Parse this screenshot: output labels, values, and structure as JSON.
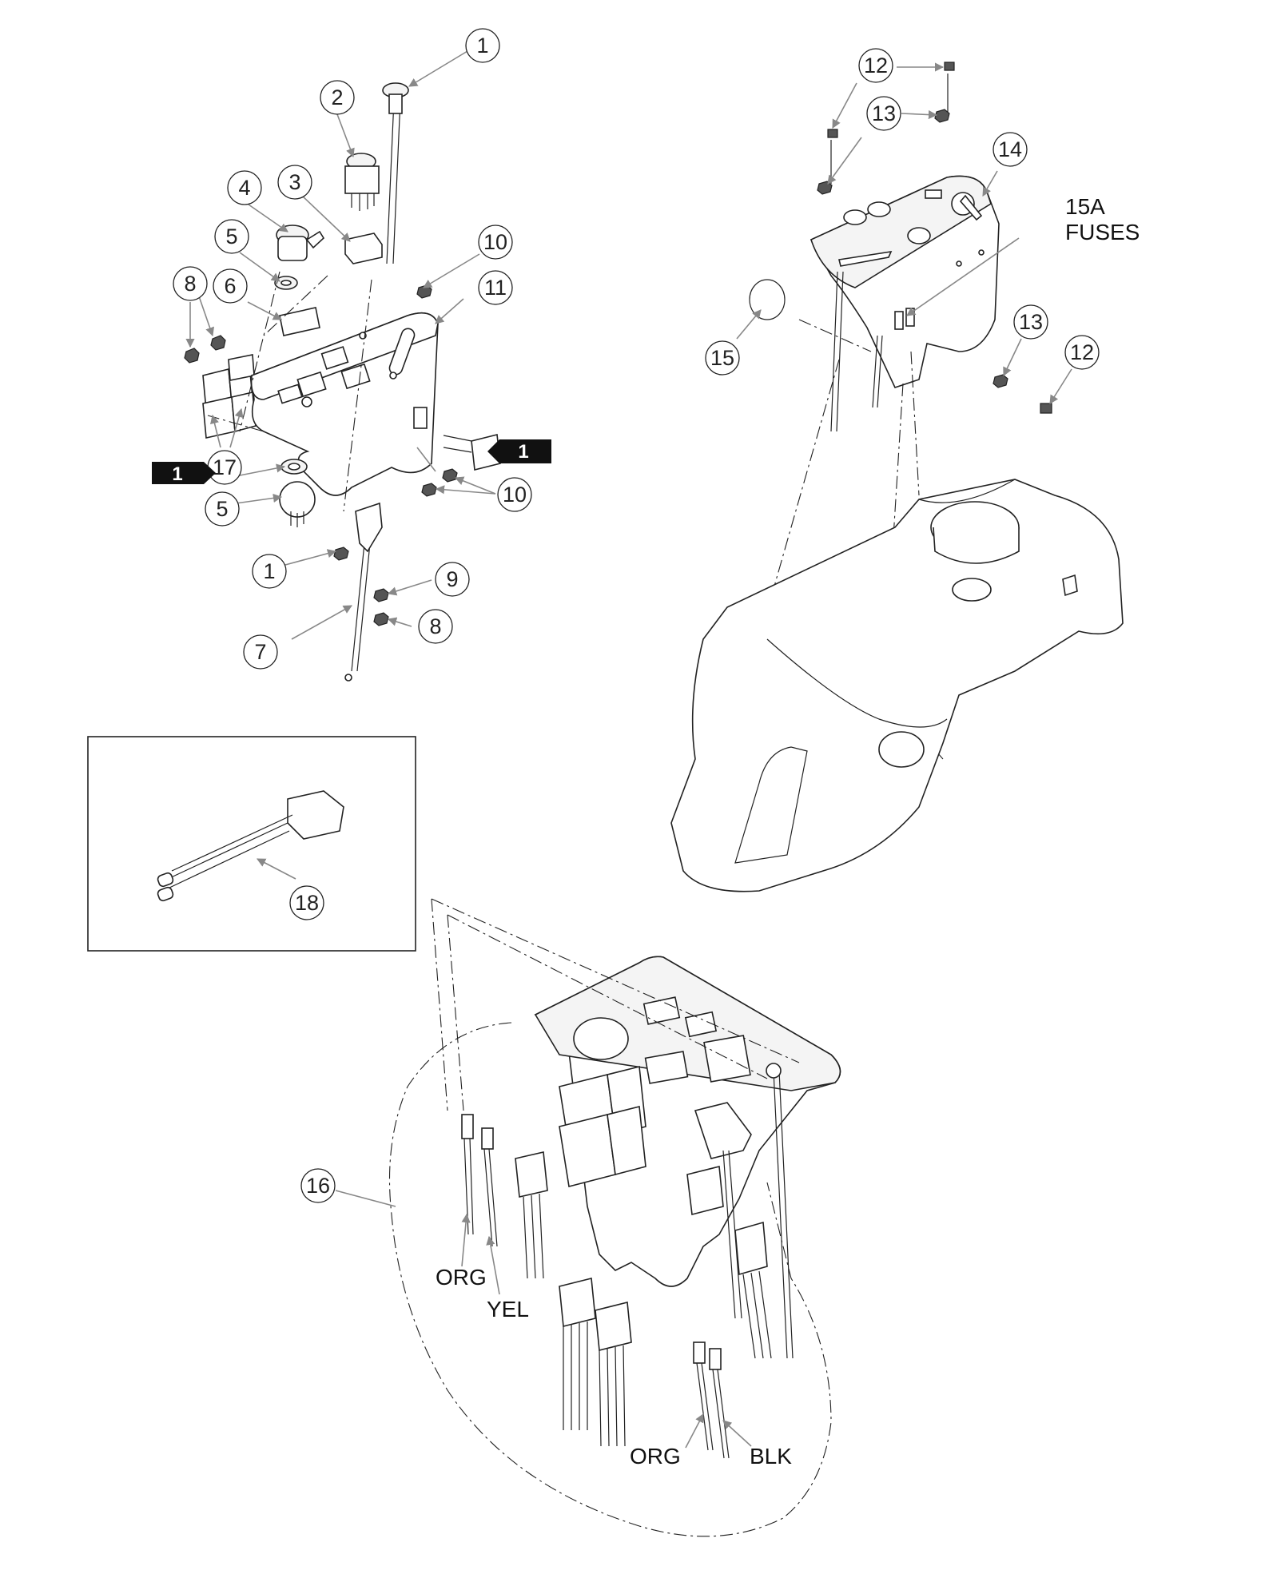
{
  "callouts": [
    "1",
    "2",
    "3",
    "4",
    "5",
    "6",
    "7",
    "8",
    "9",
    "10",
    "11",
    "12",
    "13",
    "14",
    "15",
    "16",
    "17",
    "18"
  ],
  "reference_tag": "1",
  "labels": {
    "fuses": [
      "15A",
      "FUSES"
    ],
    "wire_org": "ORG",
    "wire_yel": "YEL",
    "wire_blk": "BLK"
  },
  "colors": {
    "line": "#222222",
    "leader": "#888888",
    "tag": "#111111"
  }
}
